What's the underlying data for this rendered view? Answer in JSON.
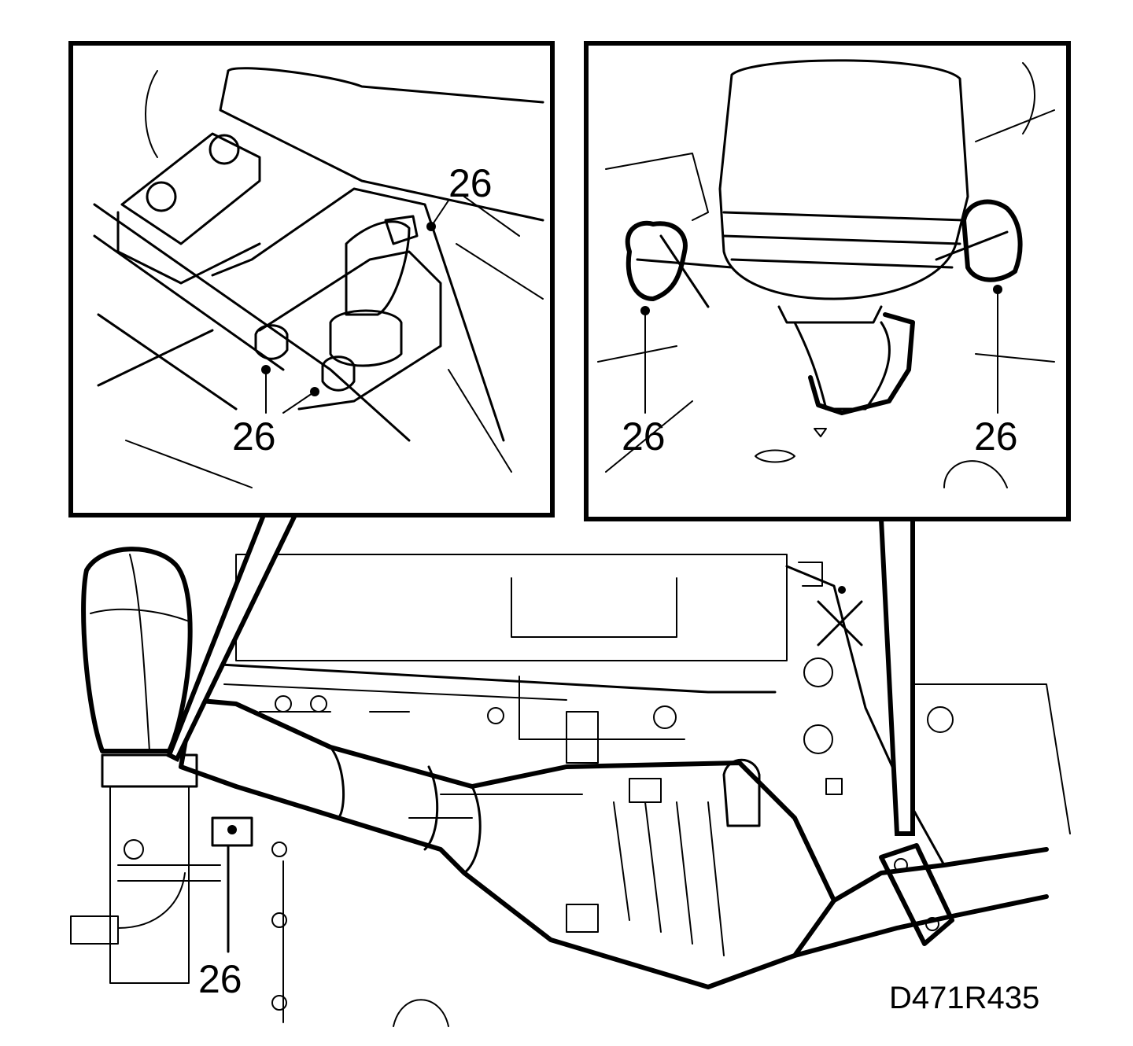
{
  "callouts": {
    "left_inset_top": "26",
    "left_inset_bottom": "26",
    "right_inset_left": "26",
    "right_inset_right": "26",
    "main_view": "26"
  },
  "figure_code": "D471R435"
}
